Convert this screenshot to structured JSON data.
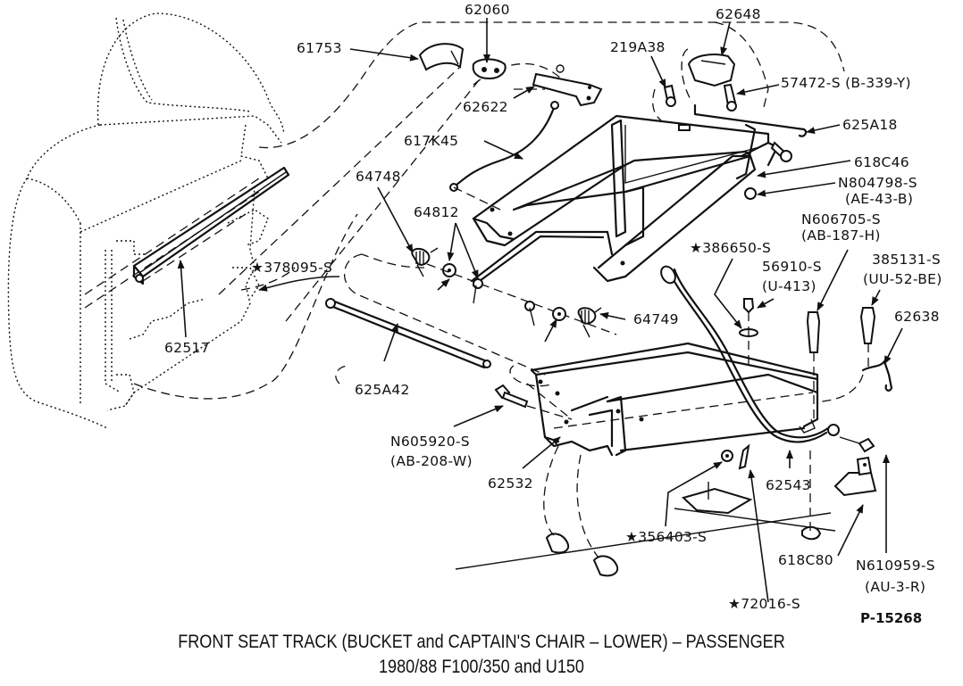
{
  "diagram": {
    "title_line1": "FRONT SEAT TRACK (BUCKET and CAPTAIN'S CHAIR – LOWER) – PASSENGER",
    "title_line2": "1980/88 F100/350 and U150",
    "reference": "P-15268",
    "labels": {
      "p61753": "61753",
      "p62060": "62060",
      "p62622": "62622",
      "p219A38": "219A38",
      "p62648": "62648",
      "p57472": "57472-S (B-339-Y)",
      "p625A18": "625A18",
      "p617K45": "617K45",
      "p618C46": "618C46",
      "pN804798": "N804798-S",
      "pN804798_code": "(AE-43-B)",
      "p64748": "64748",
      "p64812": "64812",
      "pN606705": "N606705-S",
      "pN606705_code": "(AB-187-H)",
      "p386650": "★386650-S",
      "p56910": "56910-S",
      "p56910_code": "(U-413)",
      "p385131": "385131-S",
      "p385131_code": "(UU-52-BE)",
      "p378095": "★378095-S",
      "p62517": "62517",
      "p64749": "64749",
      "p62638": "62638",
      "p625A42": "625A42",
      "pN605920": "N605920-S",
      "pN605920_code": "(AB-208-W)",
      "p62532": "62532",
      "p62543": "62543",
      "p356403": "★356403-S",
      "p618C80": "618C80",
      "pN610959": "N610959-S",
      "pN610959_code": "(AU-3-R)",
      "p72016": "★72016-S"
    }
  }
}
